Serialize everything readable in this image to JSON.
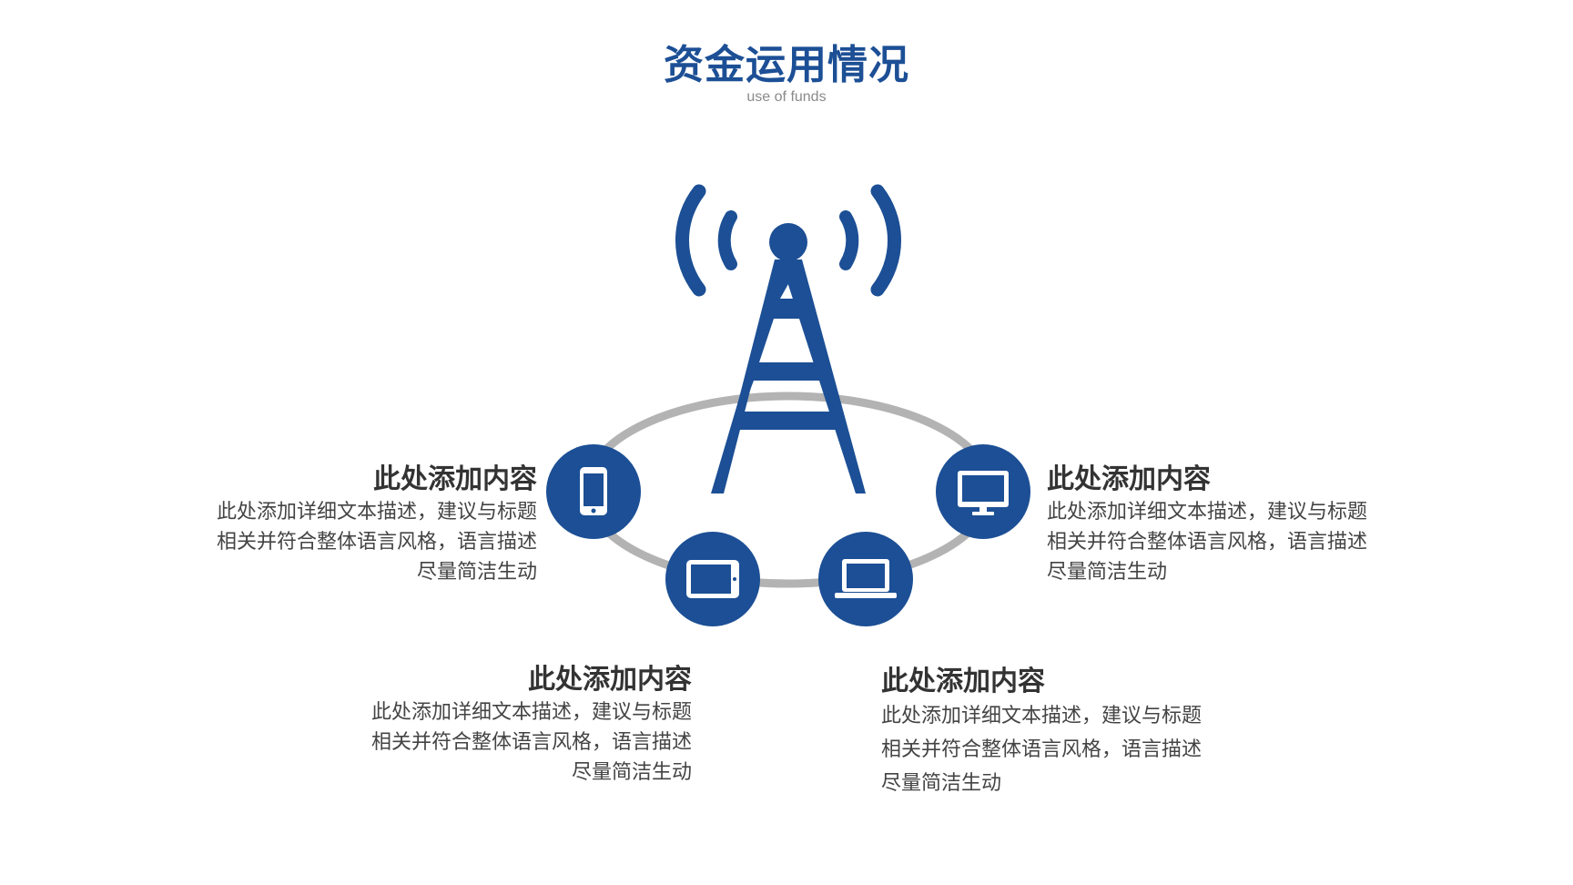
{
  "header": {
    "title": "资金运用情况",
    "subtitle": "use of funds"
  },
  "colors": {
    "primary": "#1c4f95",
    "ring": "#b3b3b3",
    "text": "#333333",
    "subtitle": "#8a8a8a"
  },
  "diagram": {
    "center_icon": "signal-tower-icon",
    "device_icons": [
      "smartphone-icon",
      "tablet-icon",
      "laptop-icon",
      "monitor-icon"
    ]
  },
  "blocks": {
    "left": {
      "heading": "此处添加内容",
      "lines": [
        "此处添加详细文本描述，建议与标题",
        "相关并符合整体语言风格，语言描述",
        "尽量简洁生动"
      ]
    },
    "right": {
      "heading": "此处添加内容",
      "lines": [
        "此处添加详细文本描述，建议与标题",
        "相关并符合整体语言风格，语言描述",
        "尽量简洁生动"
      ]
    },
    "bottom_left": {
      "heading": "此处添加内容",
      "lines": [
        "此处添加详细文本描述，建议与标题",
        "相关并符合整体语言风格，语言描述",
        "尽量简洁生动"
      ]
    },
    "bottom_right": {
      "heading": "此处添加内容",
      "lines": [
        "此处添加详细文本描述，建议与标题",
        "相关并符合整体语言风格，语言描述",
        "尽量简洁生动"
      ]
    }
  }
}
